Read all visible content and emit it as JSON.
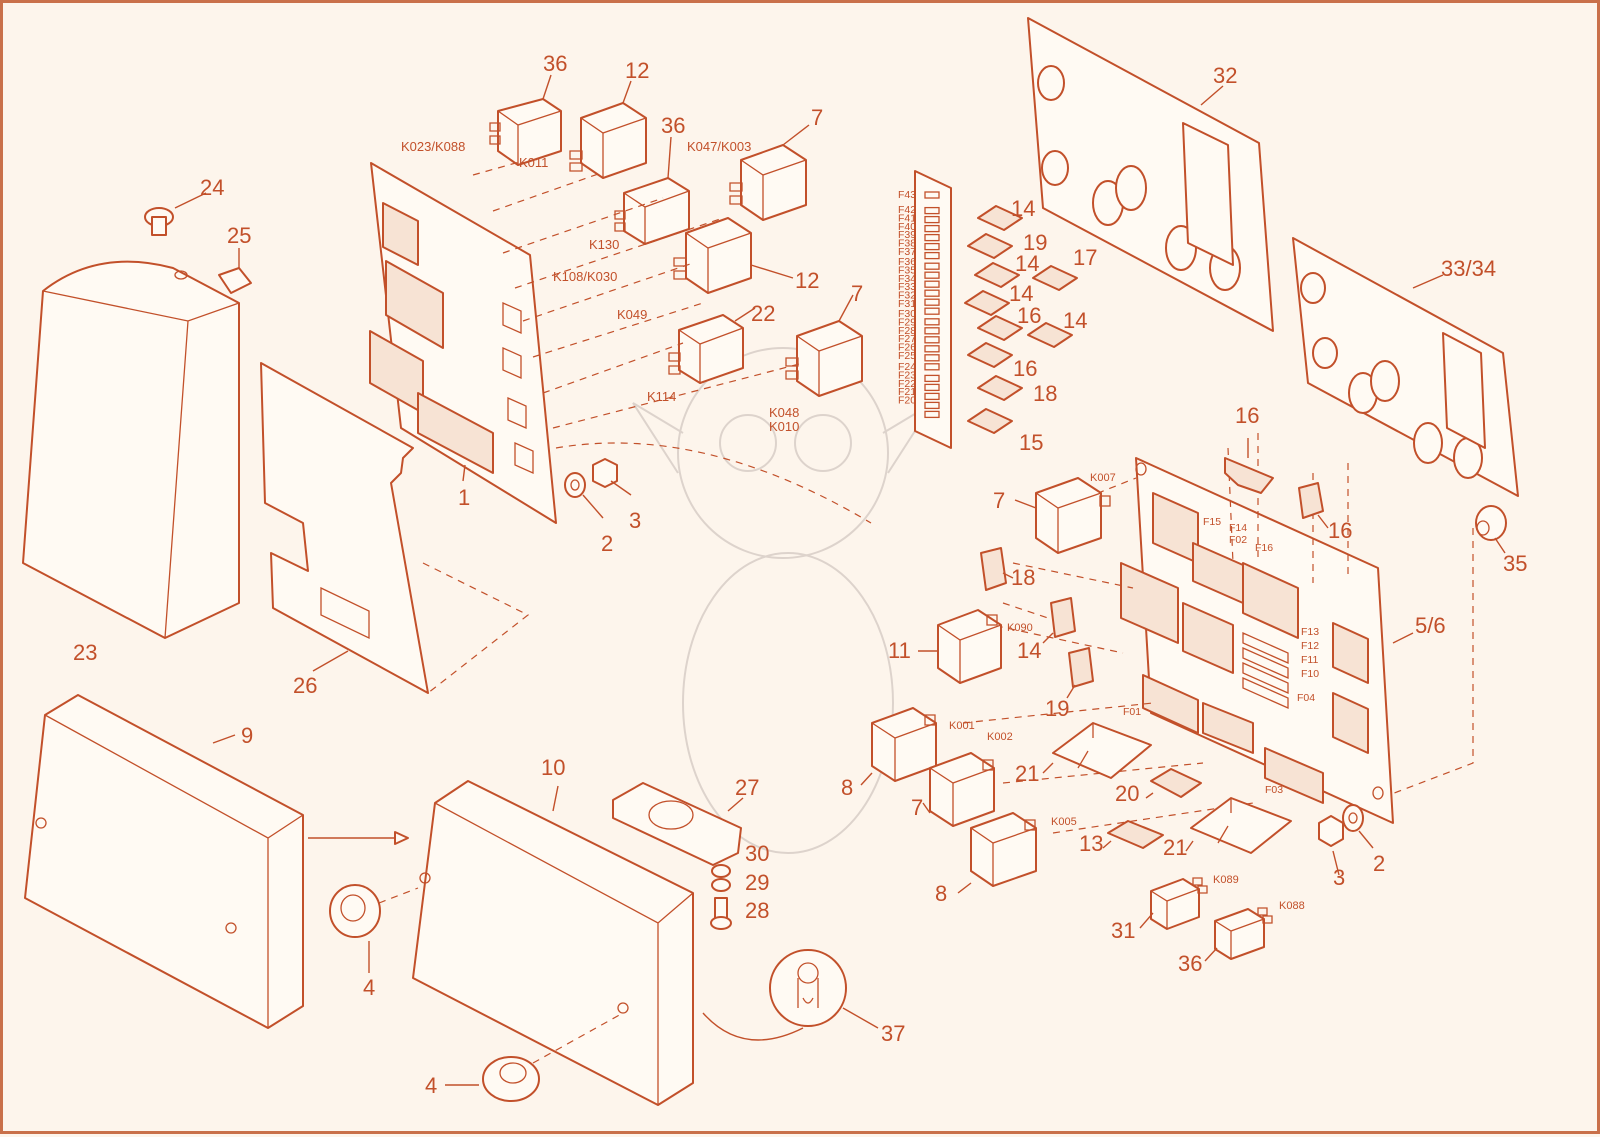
{
  "diagram": {
    "colors": {
      "line": "#c2502a",
      "background": "#fdf5ec",
      "frame": "#c9704a",
      "watermark": "#ddd3cc"
    },
    "part_numbers": {
      "p36a": "36",
      "p12a": "12",
      "p36b": "36",
      "p7a": "7",
      "p12b": "12",
      "p22": "22",
      "p7b": "7",
      "p1": "1",
      "p2a": "2",
      "p3a": "3",
      "p24": "24",
      "p25": "25",
      "p23": "23",
      "p26": "26",
      "p32": "32",
      "p33_34": "33/34",
      "p35": "35",
      "p14a": "14",
      "p19a": "19",
      "p14b": "14",
      "p17": "17",
      "p14c": "14",
      "p16a": "16",
      "p14d": "14",
      "p16b": "16",
      "p18a": "18",
      "p15": "15",
      "p16c": "16",
      "p16d": "16",
      "p7c": "7",
      "p18b": "18",
      "p11": "11",
      "p14e": "14",
      "p19b": "19",
      "p5_6": "5/6",
      "p8a": "8",
      "p7d": "7",
      "p8b": "8",
      "p21a": "21",
      "p20": "20",
      "p13": "13",
      "p21b": "21",
      "p3b": "3",
      "p2b": "2",
      "p31": "31",
      "p36c": "36",
      "p9": "9",
      "p10": "10",
      "p27": "27",
      "p30": "30",
      "p29": "29",
      "p28": "28",
      "p4a": "4",
      "p4b": "4",
      "p37": "37"
    },
    "relay_codes": {
      "k023_k088": "K023/K088",
      "k011": "K011",
      "k047_k003": "K047/K003",
      "k130": "K130",
      "k108_k030": "K108/K030",
      "k049": "K049",
      "k114": "K114",
      "k048": "K048",
      "k010": "K010",
      "k007": "K007",
      "k090": "K090",
      "k001": "K001",
      "k002": "K002",
      "k005": "K005",
      "k089": "K089",
      "k088": "K088"
    },
    "fuse_codes": {
      "strip": [
        "F43",
        "F42",
        "F41",
        "F40",
        "F39",
        "F38",
        "F37",
        "F36",
        "F35",
        "F34",
        "F33",
        "F32",
        "F31",
        "F30",
        "F29",
        "F28",
        "F27",
        "F26",
        "F25",
        "F24",
        "F23",
        "F22",
        "F21",
        "F20"
      ],
      "board": {
        "f15": "F15",
        "f14": "F14",
        "f02": "F02",
        "f16": "F16",
        "f13": "F13",
        "f12": "F12",
        "f11": "F11",
        "f10": "F10",
        "f04": "F04",
        "f01": "F01",
        "f03": "F03"
      }
    }
  }
}
